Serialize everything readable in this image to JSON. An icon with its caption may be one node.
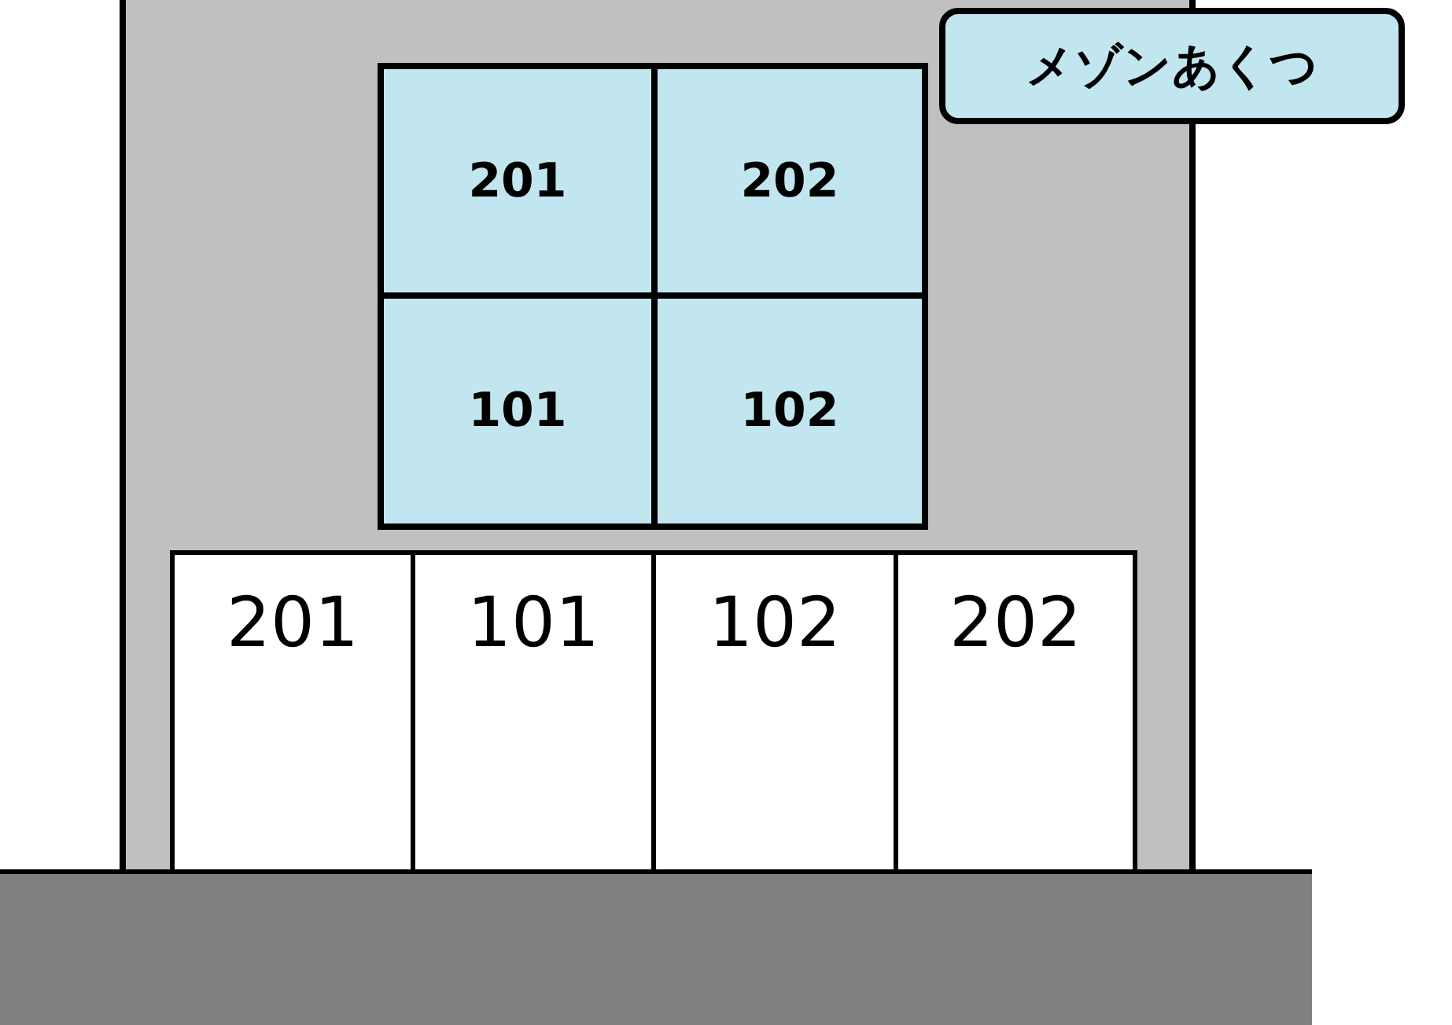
{
  "diagram": {
    "nodes": [
      {
        "text": [
          "メゾンあくつ"
        ]
      },
      {
        "text": [
          "201"
        ]
      },
      {
        "text": [
          "202"
        ]
      },
      {
        "text": [
          "101"
        ]
      },
      {
        "text": [
          "102"
        ]
      },
      {
        "text": [
          "201"
        ]
      },
      {
        "text": [
          "101"
        ]
      },
      {
        "text": [
          "102"
        ]
      },
      {
        "text": [
          "202"
        ]
      }
    ]
  }
}
